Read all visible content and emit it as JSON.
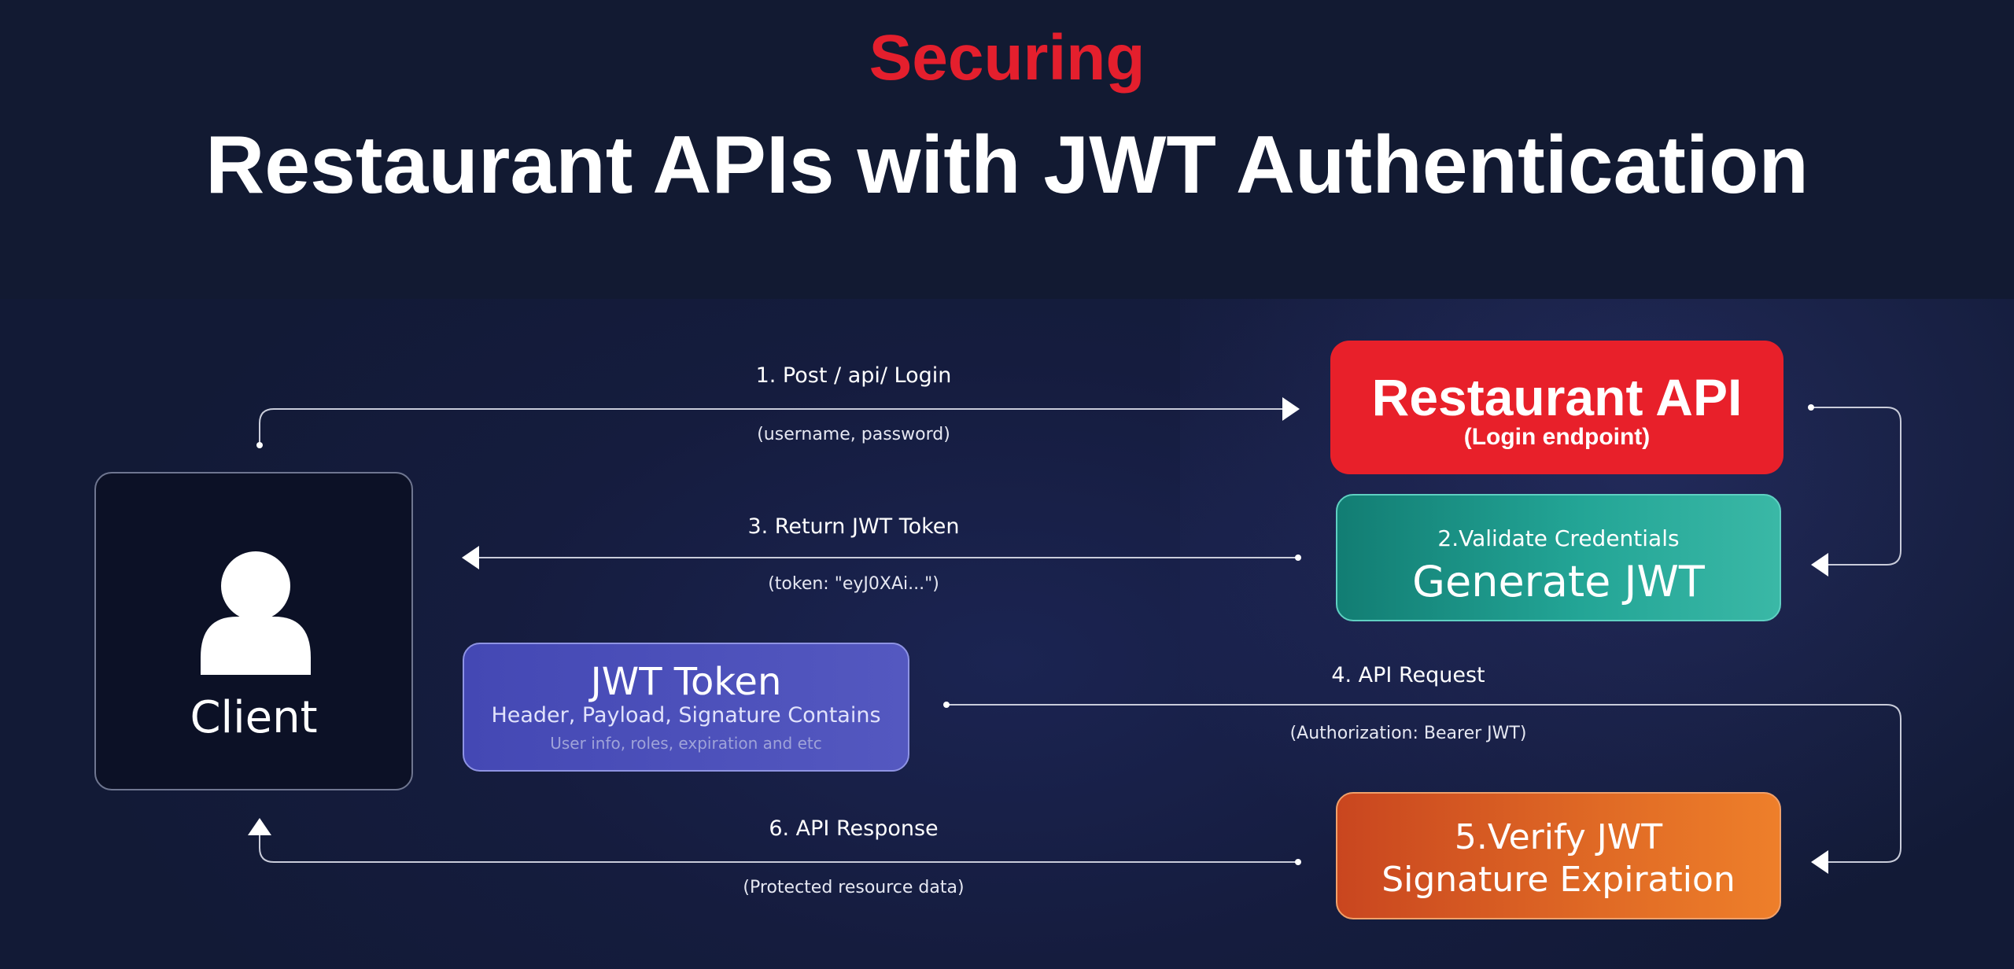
{
  "header": {
    "kicker": "Securing",
    "title": "Restaurant APIs with JWT Authentication"
  },
  "colors": {
    "accent_red": "#e8202a",
    "teal": "#23a596",
    "indigo": "#4c50bc",
    "orange": "#e06a25",
    "background": "#121a32"
  },
  "client": {
    "label": "Client",
    "icon": "user-icon"
  },
  "api_box": {
    "name": "Restaurant API",
    "note": "(Login endpoint)"
  },
  "generate_box": {
    "step": "2.Validate Credentials",
    "title": "Generate JWT"
  },
  "token_box": {
    "title": "JWT Token",
    "line1": "Header, Payload, Signature Contains",
    "line2": "User info, roles, expiration and etc"
  },
  "verify_box": {
    "line1": "5.Verify JWT",
    "line2": "Signature Expiration"
  },
  "flows": {
    "login": {
      "label": "1. Post / api/ Login",
      "sub": "(username, password)"
    },
    "return_token": {
      "label": "3. Return JWT Token",
      "sub": "(token: \"eyJ0XAi...\")"
    },
    "api_request": {
      "label": "4. API Request",
      "sub": "(Authorization: Bearer JWT)"
    },
    "api_response": {
      "label": "6. API Response",
      "sub": "(Protected resource data)"
    }
  }
}
